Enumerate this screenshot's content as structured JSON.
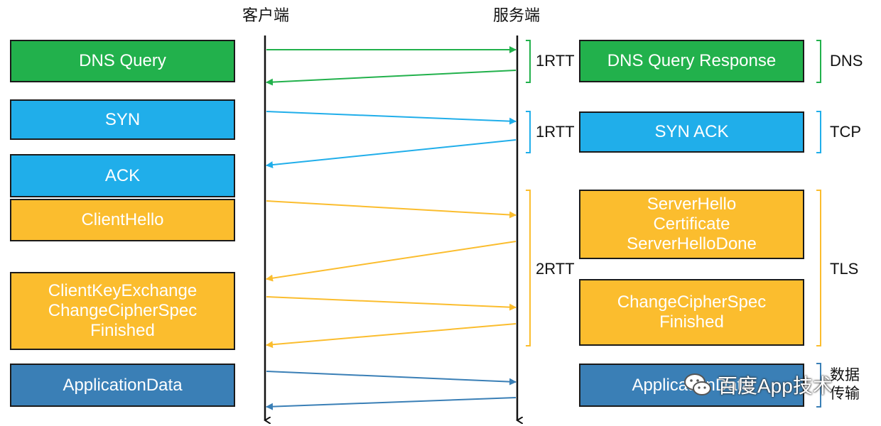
{
  "headers": {
    "client": "客户端",
    "server": "服务端"
  },
  "client_boxes": [
    {
      "text": "DNS Query",
      "color": "#22b14c"
    },
    {
      "text": "SYN",
      "color": "#20aeea"
    },
    {
      "text": "ACK",
      "color": "#20aeea"
    },
    {
      "text": "ClientHello",
      "color": "#fbbd2e"
    },
    {
      "text": "ClientKeyExchange\nChangeCipherSpec\nFinished",
      "color": "#fbbd2e"
    },
    {
      "text": "ApplicationData",
      "color": "#3a7fb6"
    }
  ],
  "server_boxes": [
    {
      "text": "DNS Query Response",
      "color": "#22b14c"
    },
    {
      "text": "SYN ACK",
      "color": "#20aeea"
    },
    {
      "text": "ServerHello\nCertificate\nServerHelloDone",
      "color": "#fbbd2e"
    },
    {
      "text": "ChangeCipherSpec\nFinished",
      "color": "#fbbd2e"
    },
    {
      "text": "ApplicationData",
      "color": "#3a7fb6"
    }
  ],
  "rtt_labels": [
    "1RTT",
    "1RTT",
    "2RTT"
  ],
  "categories": [
    "DNS",
    "TCP",
    "TLS",
    "数据\n传输"
  ],
  "watermark": "百度App技术",
  "colors": {
    "dns": "#22b14c",
    "tcp": "#20aeea",
    "tls": "#fbbd2e",
    "data": "#3a7fb6"
  }
}
